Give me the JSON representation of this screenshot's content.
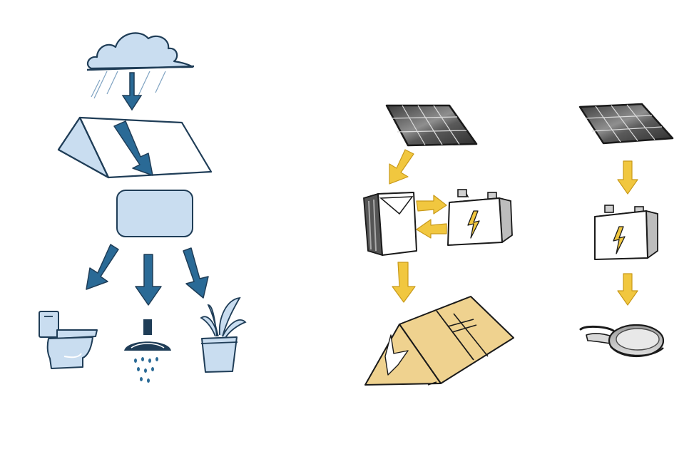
{
  "colors": {
    "background": "#ffffff",
    "rain_blue_dark": "#2a6a96",
    "rain_blue_light": "#c9ddf0",
    "outline_dark": "#1f3d57",
    "solar_yellow": "#f1c73f",
    "solar_yellow_outline": "#c99a1a",
    "tent_tan": "#efd28f",
    "panel_dark": "#4a4a4a",
    "panel_light": "#8a8a8a",
    "battery_grey": "#cfcfcf"
  },
  "diagrams": [
    {
      "id": "rainwater-harvesting",
      "components": [
        "cloud-icon",
        "roof-icon",
        "storage-tank-icon",
        "toilet-icon",
        "shower-icon",
        "plant-pot-icon"
      ]
    },
    {
      "id": "solar-system-with-inverter",
      "components": [
        "solar-panel-icon",
        "inverter-icon",
        "battery-icon",
        "tent-icon"
      ]
    },
    {
      "id": "solar-system-simple",
      "components": [
        "solar-panel-icon",
        "battery-icon",
        "cooking-pan-icon"
      ]
    }
  ]
}
